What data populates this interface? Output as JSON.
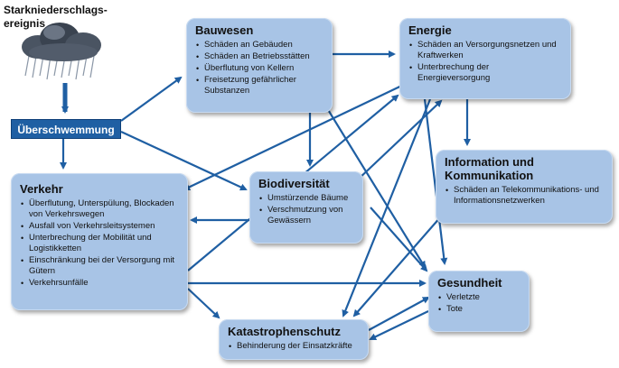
{
  "event": {
    "title": "Starkniederschlags-ereignis"
  },
  "flood": {
    "label": "Überschwemmung"
  },
  "boxes": {
    "bauwesen": {
      "title": "Bauwesen",
      "items": [
        "Schäden an Gebäuden",
        "Schäden an Betriebsstätten",
        "Überflutung von Kellern",
        "Freisetzung gefährlicher Substanzen"
      ]
    },
    "energie": {
      "title": "Energie",
      "items": [
        "Schäden an Versorgungsnetzen und Kraftwerken",
        "Unterbrechung der Energieversorgung"
      ]
    },
    "information": {
      "title": "Information und Kommunikation",
      "items": [
        "Schäden an Telekommunikations- und Informationsnetzwerken"
      ]
    },
    "verkehr": {
      "title": "Verkehr",
      "items": [
        "Überflutung, Unterspülung, Blockaden von Verkehrswegen",
        "Ausfall von Verkehrsleitsystemen",
        "Unterbrechung der Mobilität und Logistikketten",
        "Einschränkung bei der Versorgung mit Gütern",
        "Verkehrsunfälle"
      ]
    },
    "biodiversitaet": {
      "title": "Biodiversität",
      "items": [
        "Umstürzende Bäume",
        "Verschmutzung von Gewässern"
      ]
    },
    "gesundheit": {
      "title": "Gesundheit",
      "items": [
        "Verletzte",
        "Tote"
      ]
    },
    "katastrophenschutz": {
      "title": "Katastrophenschutz",
      "items": [
        "Behinderung der Einsatzkräfte"
      ]
    }
  },
  "icons": {
    "cloud": "rain-cloud-icon"
  },
  "colors": {
    "box": "#a8c4e6",
    "arrow": "#1f5fa3",
    "flood": "#1f5fa3"
  }
}
